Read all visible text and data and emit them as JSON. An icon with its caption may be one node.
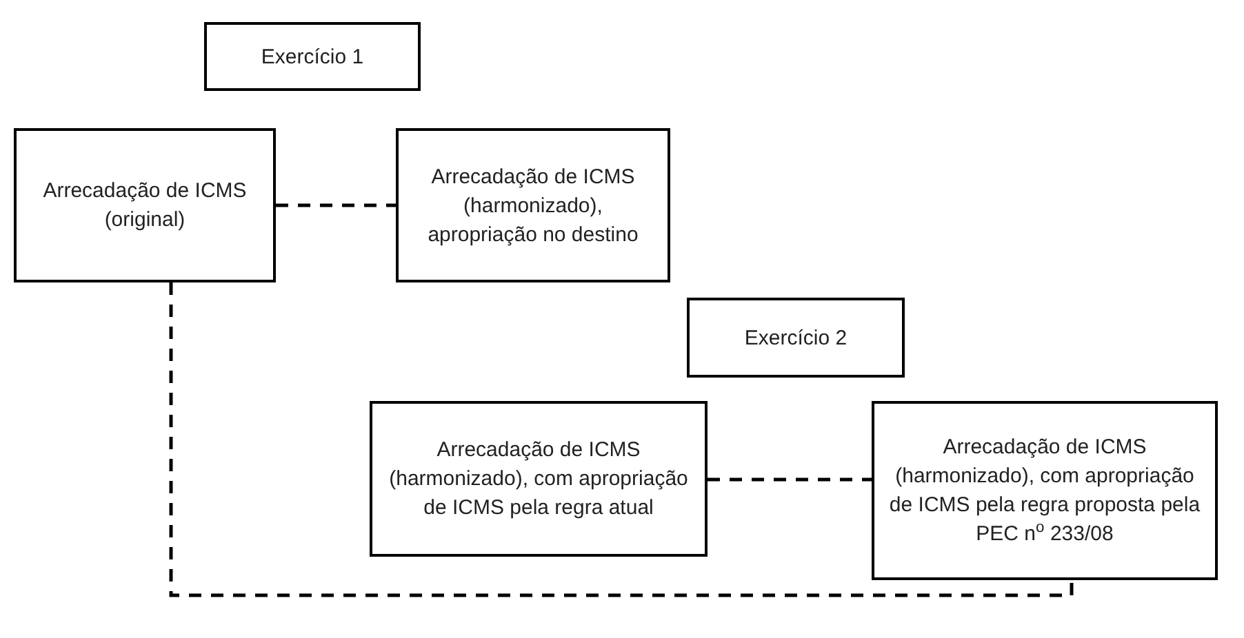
{
  "diagram": {
    "nodes": [
      {
        "text": [
          "Exercício 1"
        ]
      },
      {
        "text": [
          "Arrecadação de ICMS (original)"
        ]
      },
      {
        "text": [
          "Arrecadação de ICMS (harmonizado), apropriação no destino"
        ]
      },
      {
        "text": [
          "Exercício 2"
        ]
      },
      {
        "text": [
          "Arrecadação de ICMS (harmonizado), com apropriação de ICMS pela regra atual"
        ]
      },
      {
        "text": [
          "Arrecadação de ICMS (harmonizado), com apropriação de ICMS pela regra proposta pela PEC n$^{o}$ 233/08"
        ]
      }
    ],
    "edges": [
      {
        "from": 1,
        "to": 2,
        "arrow": "none",
        "style": "dashed"
      },
      {
        "from": 4,
        "to": 5,
        "arrow": "none",
        "style": "dashed"
      },
      {
        "from": 1,
        "to": 5,
        "arrow": "none",
        "style": "dashed"
      }
    ]
  }
}
